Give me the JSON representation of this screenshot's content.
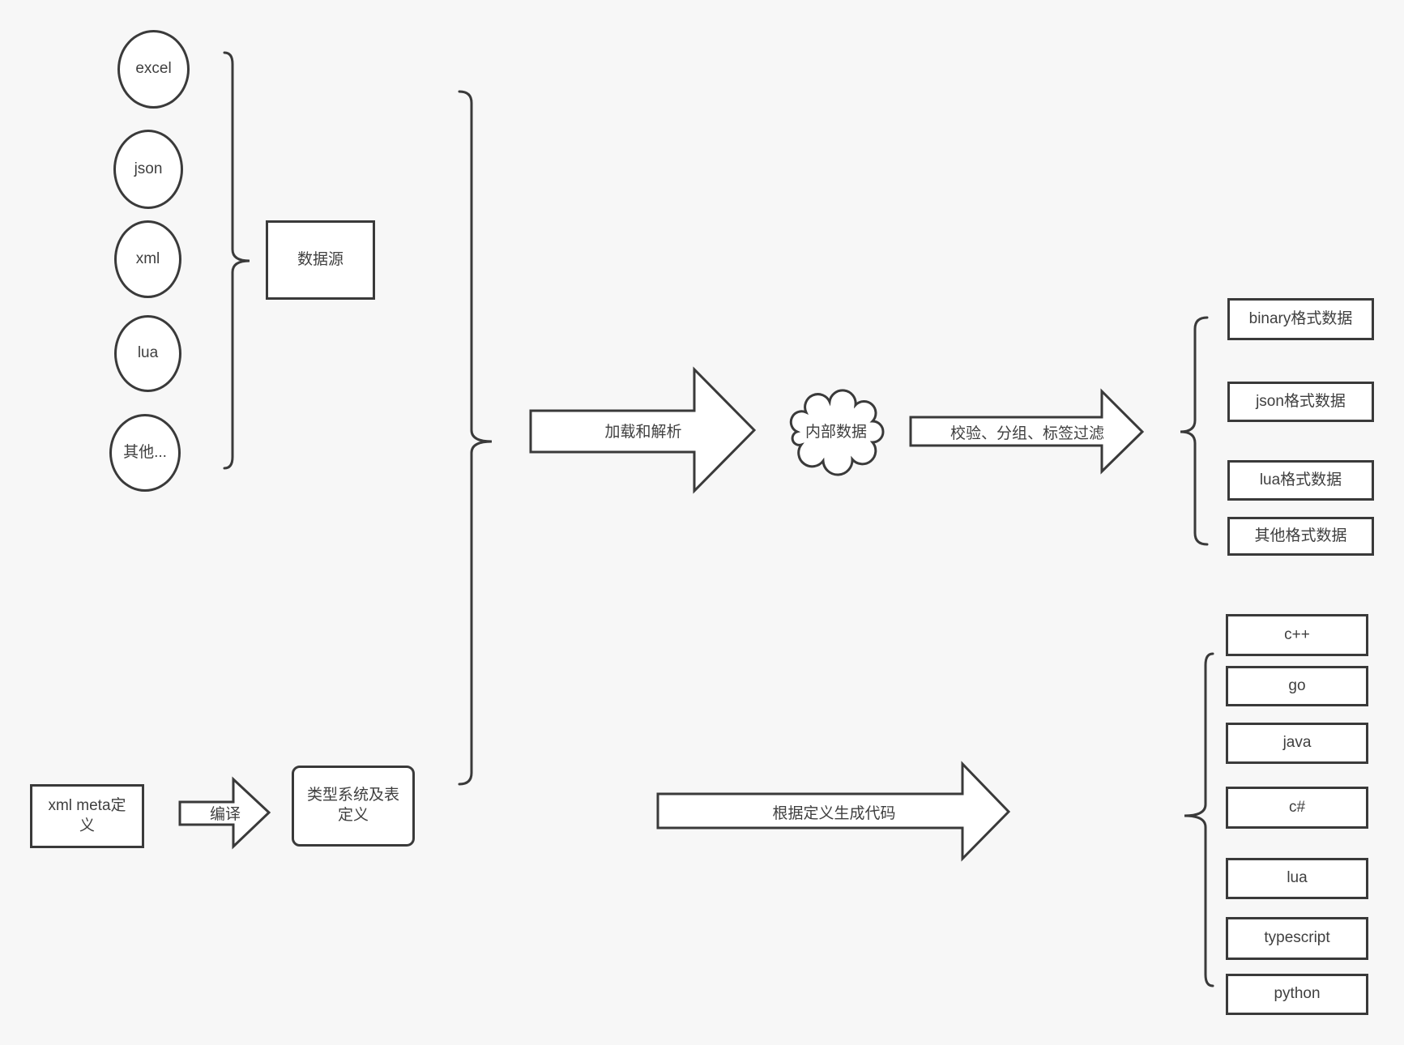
{
  "colors": {
    "background": "#f7f7f7",
    "stroke": "#3a3a3a",
    "shape_fill": "#ffffff",
    "text": "#3f3f3f"
  },
  "sources": {
    "items": [
      "excel",
      "json",
      "xml",
      "lua",
      "其他..."
    ],
    "group_label": "数据源"
  },
  "pipeline": {
    "load_arrow_label": "加载和解析",
    "cloud_label": "内部数据",
    "process_arrow_label": "校验、分组、标签过滤"
  },
  "formats": [
    "binary格式数据",
    "json格式数据",
    "lua格式数据",
    "其他格式数据"
  ],
  "definition": {
    "xml_meta_label": "xml meta定义",
    "compile_arrow_label": "编译",
    "type_system_label": "类型系统及表定义",
    "generate_arrow_label": "根据定义生成代码"
  },
  "languages": [
    "c++",
    "go",
    "java",
    "c#",
    "lua",
    "typescript",
    "python"
  ]
}
